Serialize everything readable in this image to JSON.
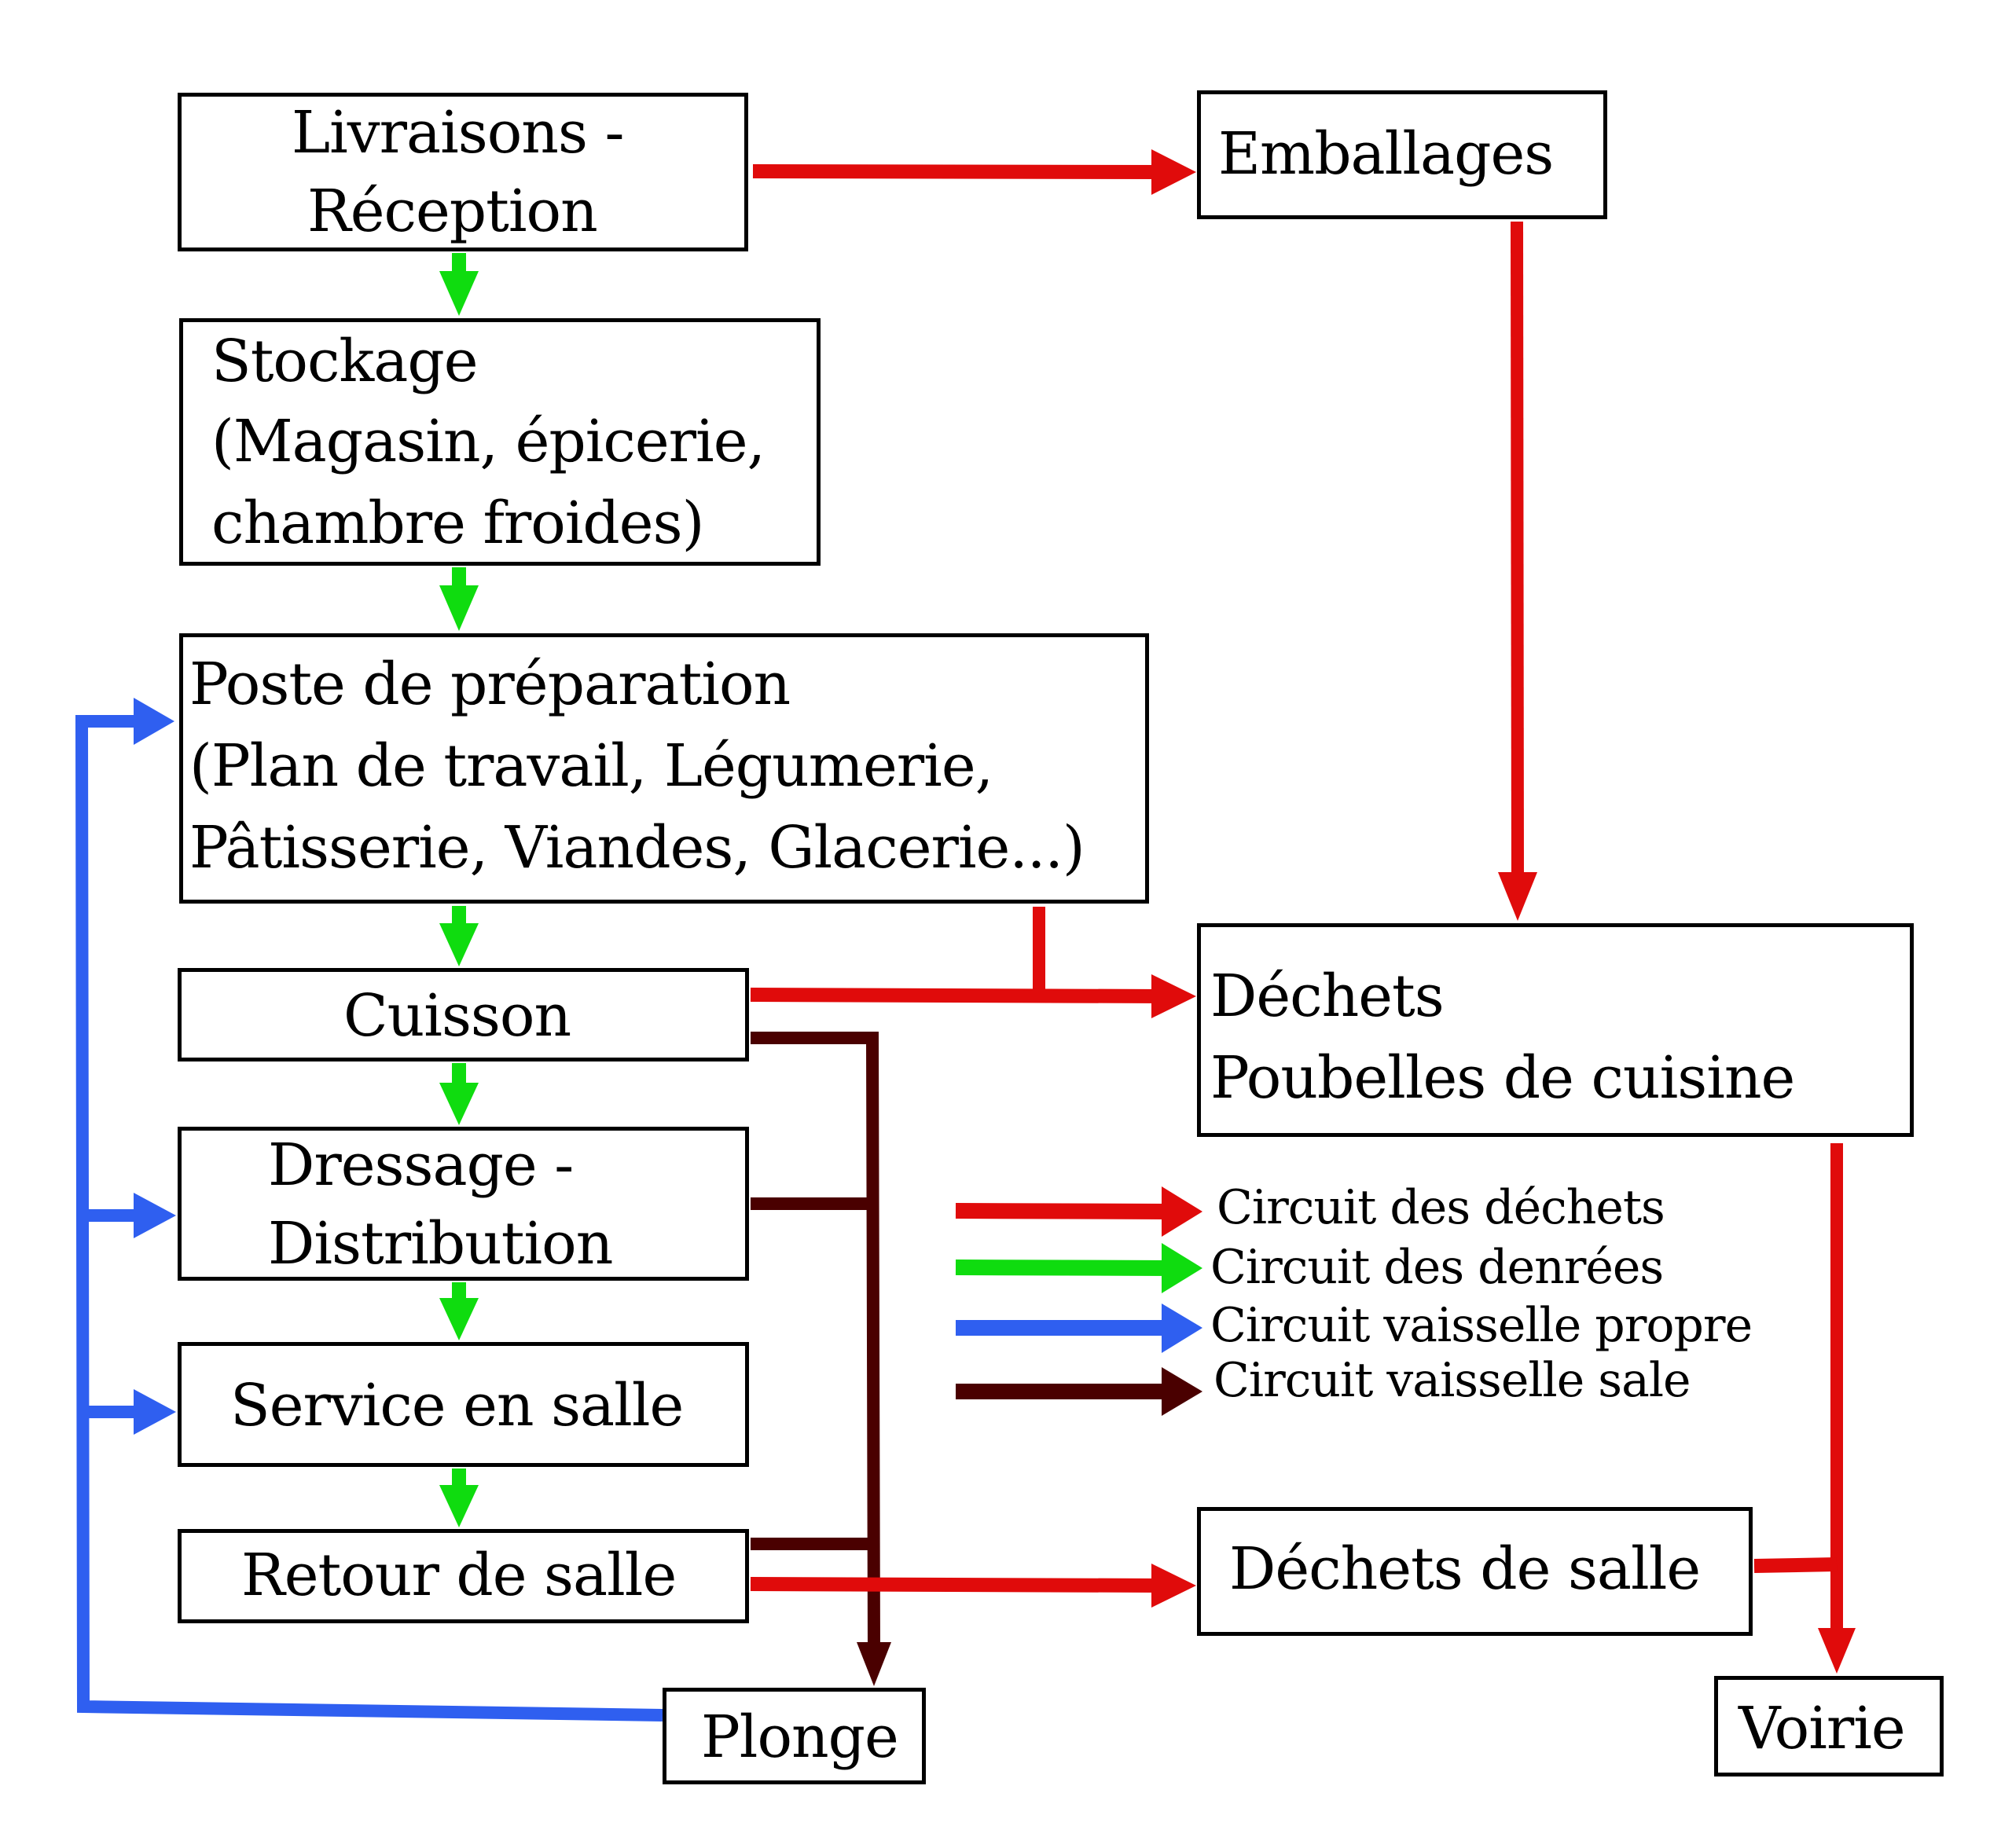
{
  "colors": {
    "waste": "#e00b0b",
    "food": "#0fdc0f",
    "clean_dishes": "#2f5ff0",
    "dirty_dishes": "#4a0000",
    "border": "#000000"
  },
  "nodes": {
    "livraisons": {
      "line1": "Livraisons -",
      "line2": "Réception"
    },
    "emballages": {
      "line1": "Emballages"
    },
    "stockage": {
      "line1": "Stockage",
      "line2": "(Magasin, épicerie,",
      "line3": "chambre froides)"
    },
    "preparation": {
      "line1": "Poste de préparation",
      "line2": "(Plan de travail, Légumerie,",
      "line3": "Pâtisserie, Viandes, Glacerie...)"
    },
    "cuisson": {
      "line1": "Cuisson"
    },
    "dressage": {
      "line1": "Dressage -",
      "line2": "Distribution"
    },
    "service": {
      "line1": "Service en salle"
    },
    "retour": {
      "line1": "Retour de salle"
    },
    "plonge": {
      "line1": "Plonge"
    },
    "dechets": {
      "line1": "Déchets",
      "line2": "Poubelles de cuisine"
    },
    "dechets_salle": {
      "line1": "Déchets de salle"
    },
    "voirie": {
      "line1": "Voirie"
    }
  },
  "legend": [
    {
      "label": "Circuit des déchets",
      "color_key": "waste"
    },
    {
      "label": "Circuit des denrées",
      "color_key": "food"
    },
    {
      "label": "Circuit vaisselle propre",
      "color_key": "clean_dishes"
    },
    {
      "label": "Circuit vaisselle sale",
      "color_key": "dirty_dishes"
    }
  ]
}
